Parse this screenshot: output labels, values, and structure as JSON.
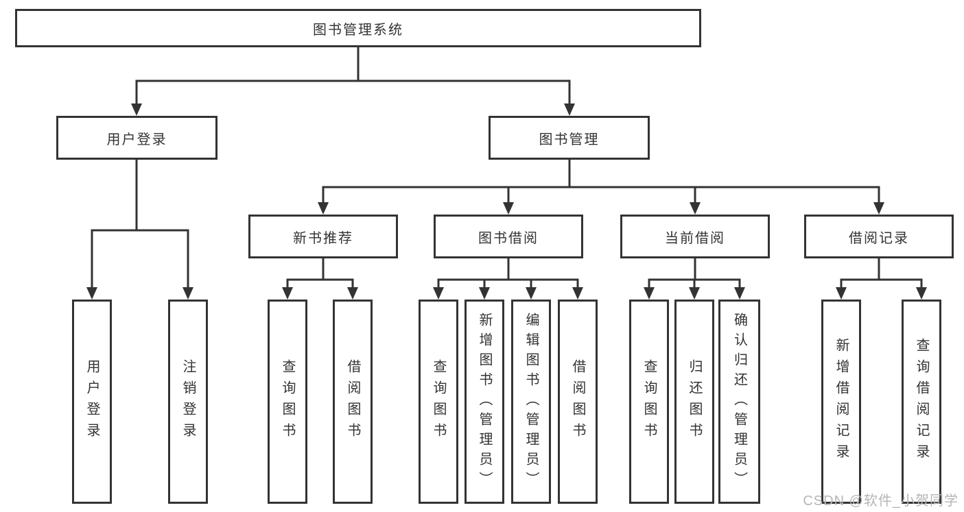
{
  "diagram_title": "图书管理系统",
  "tree": {
    "label": "图书管理系统",
    "children": [
      {
        "label": "用户登录",
        "children": [
          {
            "label": "用户登录"
          },
          {
            "label": "注销登录"
          }
        ]
      },
      {
        "label": "图书管理",
        "children": [
          {
            "label": "新书推荐",
            "children": [
              {
                "label": "查询图书"
              },
              {
                "label": "借阅图书"
              }
            ]
          },
          {
            "label": "图书借阅",
            "children": [
              {
                "label": "查询图书"
              },
              {
                "label": "新增图书（管理员）"
              },
              {
                "label": "编辑图书（管理员）"
              },
              {
                "label": "借阅图书"
              }
            ]
          },
          {
            "label": "当前借阅",
            "children": [
              {
                "label": "查询图书"
              },
              {
                "label": "归还图书"
              },
              {
                "label": "确认归还（管理员）"
              }
            ]
          },
          {
            "label": "借阅记录",
            "children": [
              {
                "label": "新增借阅记录"
              },
              {
                "label": "查询借阅记录"
              }
            ]
          }
        ]
      }
    ]
  },
  "watermark": "CSDN @软件_小贺同学",
  "colors": {
    "line": "#333333",
    "box_border": "#333333",
    "text": "#333333",
    "watermark": "#b5b5b5",
    "background": "#ffffff"
  }
}
